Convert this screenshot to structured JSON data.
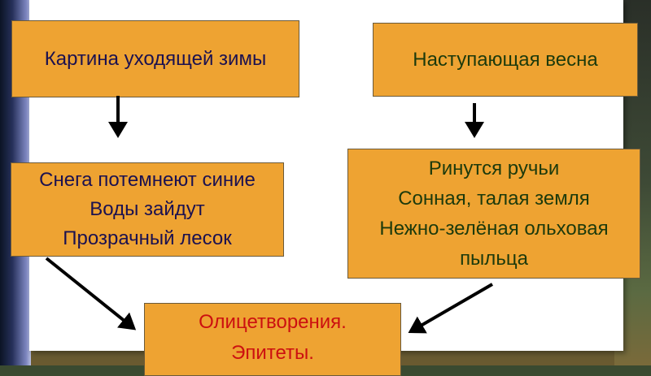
{
  "winter": {
    "title": "Картина уходящей зимы",
    "lines": [
      "Снега потемнеют синие",
      "Воды зайдут",
      "Прозрачный лесок"
    ]
  },
  "spring": {
    "title": "Наступающая весна",
    "lines": [
      "Ринутся ручьи",
      "Сонная, талая земля",
      "Нежно-зелёная ольховая",
      "пыльца"
    ]
  },
  "conclusion": {
    "lines": [
      "Олицетворения.",
      "Эпитеты."
    ]
  },
  "colors": {
    "box": "#eea332",
    "winter_text": "#1b1150",
    "spring_text": "#1c3a0c",
    "conclusion_text": "#cc1010"
  }
}
